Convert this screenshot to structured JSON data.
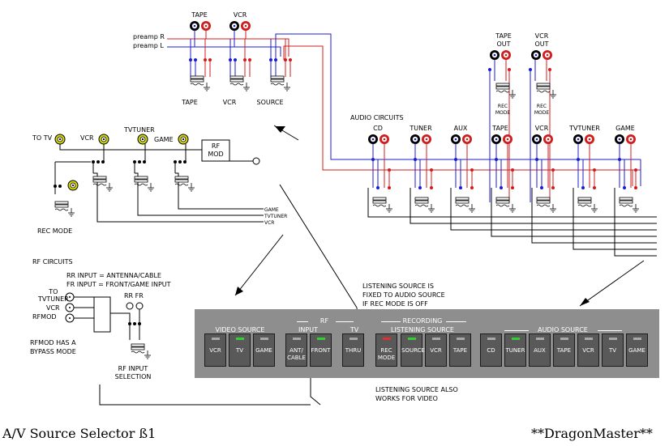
{
  "title": "A/V Source Selector ß1",
  "author": "**DragonMaster**",
  "colors": {
    "blue": "#1c1cd0",
    "red": "#d01c1c",
    "panel": "#8e8e8e",
    "button": "#595959",
    "led_on": "#2fd02f",
    "led_rec": "#e03030"
  },
  "top_module": {
    "jacks": [
      "TAPE",
      "VCR"
    ],
    "inputs": [
      "preamp R",
      "preamp L"
    ],
    "relays": [
      "TAPE",
      "VCR",
      "SOURCE"
    ]
  },
  "audio": {
    "heading": "AUDIO CIRCUITS",
    "jacks": [
      "CD",
      "TUNER",
      "AUX",
      "TAPE",
      "VCR",
      "TVTUNER",
      "GAME"
    ],
    "out_jacks": [
      "TAPE\nOUT",
      "VCR\nOUT"
    ],
    "rec_mode": "REC\nMODE"
  },
  "video": {
    "jacks": [
      "TO TV",
      "VCR",
      "TVTUNER",
      "GAME"
    ],
    "rf_mod": "RF\nMOD",
    "rec_mode": "REC MODE",
    "bus_labels": [
      "GAME",
      "TVTUNER",
      "VCR"
    ]
  },
  "rf": {
    "heading": "RF CIRCUITS",
    "note1": "RR INPUT = ANTENNA/CABLE",
    "note2": "FR INPUT = FRONT/GAME INPUT",
    "inputs": [
      "TO\nTVTUNER",
      "VCR",
      "RFMOD"
    ],
    "rr_fr": "RR FR",
    "bypass": "RFMOD HAS A\nBYPASS MODE",
    "selection": "RF INPUT\nSELECTION"
  },
  "notes": {
    "listening": "LISTENING SOURCE IS\nFIXED TO AUDIO SOURCE\nIF REC MODE IS OFF",
    "video": "LISTENING SOURCE ALSO\nWORKS FOR VIDEO"
  },
  "panel": {
    "groups": {
      "video_source": "VIDEO SOURCE",
      "rf": "RF",
      "input": "INPUT",
      "tv": "TV",
      "recording": "RECORDING",
      "listening_source": "LISTENING SOURCE",
      "audio_source": "AUDIO SOURCE"
    },
    "buttons": [
      {
        "label": "VCR",
        "led": "off"
      },
      {
        "label": "TV",
        "led": "on"
      },
      {
        "label": "GAME",
        "led": "off"
      },
      {
        "label": "ANT/\nCABLE",
        "led": "off"
      },
      {
        "label": "FRONT",
        "led": "on"
      },
      {
        "label": "THRU",
        "led": "off"
      },
      {
        "label": "REC\nMODE",
        "led": "rec"
      },
      {
        "label": "SOURCE",
        "led": "on"
      },
      {
        "label": "VCR",
        "led": "off"
      },
      {
        "label": "TAPE",
        "led": "off"
      },
      {
        "label": "CD",
        "led": "off"
      },
      {
        "label": "TUNER",
        "led": "on"
      },
      {
        "label": "AUX",
        "led": "off"
      },
      {
        "label": "TAPE",
        "led": "off"
      },
      {
        "label": "VCR",
        "led": "off"
      },
      {
        "label": "TV",
        "led": "off"
      },
      {
        "label": "GAME",
        "led": "off"
      }
    ]
  }
}
